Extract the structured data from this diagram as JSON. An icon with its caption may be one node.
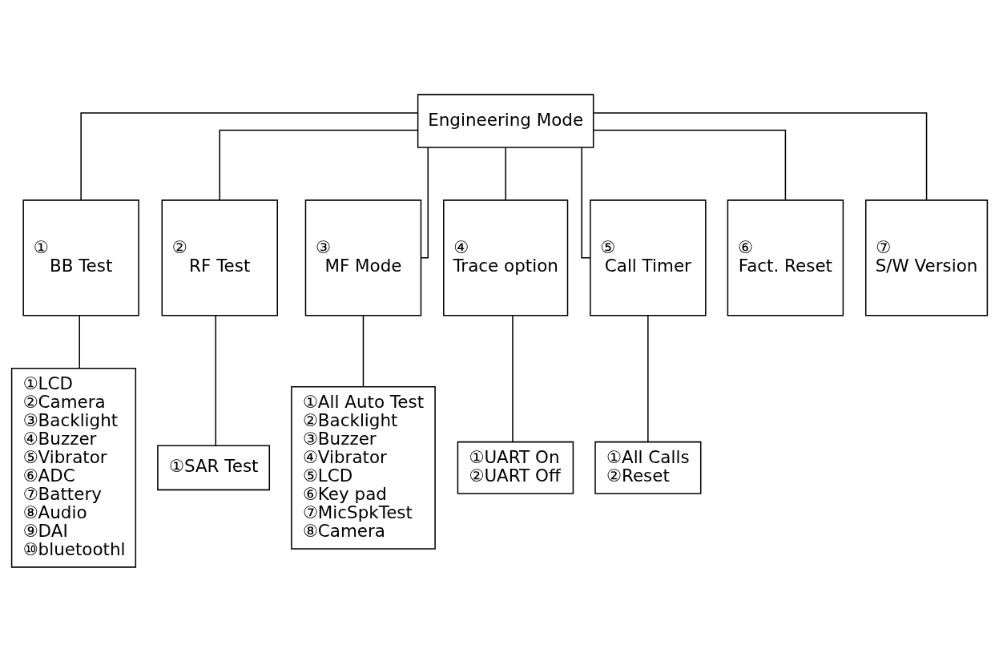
{
  "diagram": {
    "nodes": [
      {
        "text": [
          "Engineering Mode"
        ]
      },
      {
        "text": [
          "①",
          "BB Test"
        ]
      },
      {
        "text": [
          "②",
          "RF Test"
        ]
      },
      {
        "text": [
          "③",
          "MF Mode"
        ]
      },
      {
        "text": [
          "④",
          "Trace option"
        ]
      },
      {
        "text": [
          "⑤",
          "Call Timer"
        ]
      },
      {
        "text": [
          "⑥",
          "Fact. Reset"
        ]
      },
      {
        "text": [
          "⑦",
          "S/W Version"
        ]
      },
      {
        "text": [
          "①LCD",
          "②Camera",
          "③Backlight",
          "④Buzzer",
          "⑤Vibrator",
          "⑥ADC",
          "⑦Battery",
          "⑧Audio",
          "⑨DAI",
          "⑩bluetoothl"
        ]
      },
      {
        "text": [
          "①SAR Test"
        ]
      },
      {
        "text": [
          "①All Auto Test",
          "②Backlight",
          "③Buzzer",
          "④Vibrator",
          "⑤LCD",
          "⑥Key pad",
          "⑦MicSpkTest",
          "⑧Camera"
        ]
      },
      {
        "text": [
          "①UART On",
          "②UART Off"
        ]
      },
      {
        "text": [
          "①All Calls",
          "②Reset"
        ]
      }
    ],
    "edges": [
      {
        "from": 0,
        "to": 1,
        "arrow": "none"
      },
      {
        "from": 0,
        "to": 2,
        "arrow": "none"
      },
      {
        "from": 0,
        "to": 3,
        "arrow": "none"
      },
      {
        "from": 0,
        "to": 4,
        "arrow": "none"
      },
      {
        "from": 0,
        "to": 5,
        "arrow": "none"
      },
      {
        "from": 0,
        "to": 6,
        "arrow": "none"
      },
      {
        "from": 0,
        "to": 7,
        "arrow": "none"
      },
      {
        "from": 1,
        "to": 8,
        "arrow": "none"
      },
      {
        "from": 2,
        "to": 9,
        "arrow": "none"
      },
      {
        "from": 3,
        "to": 10,
        "arrow": "none"
      },
      {
        "from": 4,
        "to": 11,
        "arrow": "none"
      },
      {
        "from": 5,
        "to": 12,
        "arrow": "none"
      }
    ]
  }
}
